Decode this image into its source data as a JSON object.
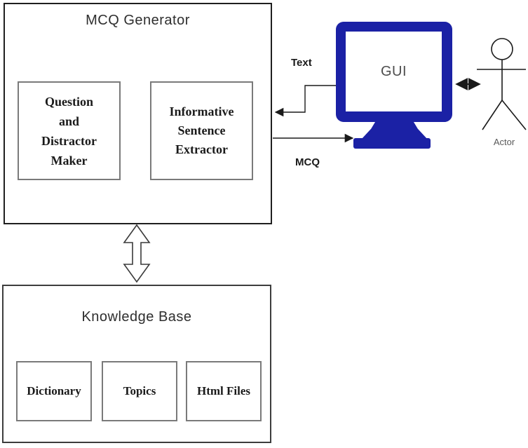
{
  "diagram": {
    "mcq_generator": {
      "title": "MCQ Generator",
      "components": [
        {
          "label": "Question\nand\nDistractor\nMaker"
        },
        {
          "label": "Informative\nSentence\nExtractor"
        }
      ]
    },
    "knowledge_base": {
      "title": "Knowledge Base",
      "components": [
        {
          "label": "Dictionary"
        },
        {
          "label": "Topics"
        },
        {
          "label": "Html Files"
        }
      ]
    },
    "gui": {
      "label": "GUI"
    },
    "actor": {
      "label": "Actor"
    },
    "flows": {
      "text_label": "Text",
      "mcq_label": "MCQ"
    },
    "colors": {
      "monitor_navy": "#1b21a5",
      "outer_border": "#1f1f1f",
      "inner_border": "#7a7a7a",
      "gui_text": "#4d4d4d",
      "actor_text": "#595959",
      "arrow": "#1a1a1a"
    }
  }
}
